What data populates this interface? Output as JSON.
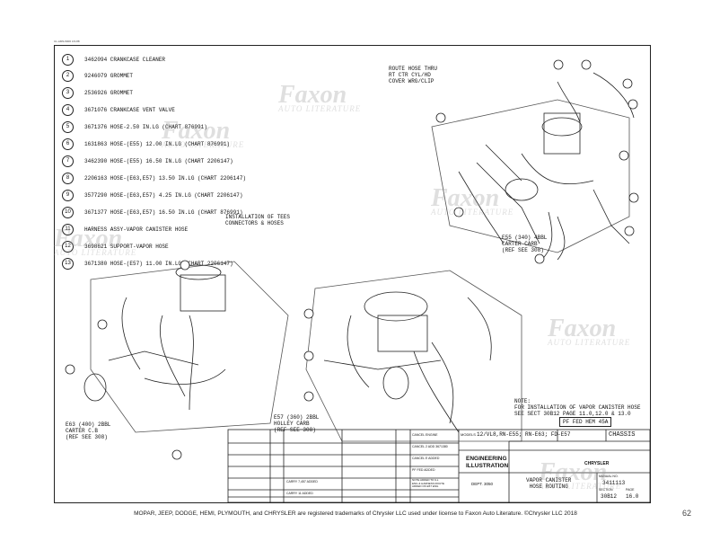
{
  "header_code": "CL-AMS-5006 3-5-88",
  "parts": [
    {
      "num": "1",
      "text": "3462094 CRANKCASE CLEANER"
    },
    {
      "num": "2",
      "text": "9246079 GROMMET"
    },
    {
      "num": "3",
      "text": "2536926 GROMMET"
    },
    {
      "num": "4",
      "text": "3671076 CRANKCASE VENT VALVE"
    },
    {
      "num": "5",
      "text": "3671376 HOSE-2.50 IN.LG (CHART 876991)"
    },
    {
      "num": "6",
      "text": "1631863 HOSE-(E55) 12.00 IN.LG (CHART 876991)"
    },
    {
      "num": "7",
      "text": "3462390 HOSE-(E55) 16.50 IN.LG (CHART 2206147)"
    },
    {
      "num": "8",
      "text": "2206163 HOSE-(E63,E57) 13.50 IN.LG (CHART 2206147)"
    },
    {
      "num": "9",
      "text": "3577290 HOSE-(E63,E57) 4.25 IN.LG (CHART 2206147)"
    },
    {
      "num": "10",
      "text": "3671377 HOSE-(E63,E57) 16.50 IN.LG (CHART 876991)"
    },
    {
      "num": "11",
      "text": "HARNESS ASSY-VAPOR CANISTER HOSE"
    },
    {
      "num": "12",
      "text": "3698621 SUPPORT-VAPOR HOSE"
    },
    {
      "num": "13",
      "text": "3671380 HOSE-(E57) 11.00 IN.LG (CHART 2206147)"
    }
  ],
  "harness_note": "INSTALLATION OF TEES\nCONNECTORS & HOSES",
  "route_note": "ROUTE HOSE THRU\nRT CTR CYL/HD\nCOVER WRG/CLIP",
  "e55_label": "E55 (340) 4BBL\nCARTER CARB\n(REF SEE 308)",
  "e63_label": "E63 (400) 2BBL\nCARTER C.B\n(REF SEE 308)",
  "e57_label": "E57 (360) 2BBL\nHOLLEY CARB\n(REF SEE 308)",
  "note_text": "NOTE:\nFOR INSTALLATION OF VAPOR CANISTER HOSE\nSEE SECT 30B12 PAGE 11.0,12.0 & 13.0",
  "title_block": {
    "models_label": "MODELS",
    "models_value": "12/VL8,RN-E55; RN-E63; FD-E57",
    "fed_box": "PF FED HEM 45A",
    "chassis": "CHASSIS",
    "engineering": "ENGINEERING\nILLUSTRATION",
    "dept": "DEPT. 3050",
    "title": "VAPOR CANISTER\nHOSE ROUTING",
    "manual_no": "3411113",
    "section": "30B12",
    "page": "16.0",
    "section_label": "SECTION",
    "page_label": "PAGE",
    "manual_label": "MANUAL NO.",
    "chrysler": "CHRYSLER",
    "revisions": [
      "CANCEL ENGINE",
      "CANCEL 2 ADD 3671380",
      "CANCEL E ADDED",
      "PF FED ADDED",
      "NOTE ADDED TO ILL\nENG & HARNESS ROUTE\nADDED ON E57 ENG",
      "CARRY 7,457 ADDED",
      "CARRY 11 ADDED"
    ]
  },
  "watermarks": [
    {
      "word": "Faxon",
      "sub": "AUTO LITERATURE"
    },
    {
      "word": "Faxon",
      "sub": "AUTO LITERATURE"
    },
    {
      "word": "Faxon",
      "sub": "AUTO LITERATURE"
    },
    {
      "word": "Faxon",
      "sub": "AUTO LITERATURE"
    },
    {
      "word": "Faxon",
      "sub": "AUTO LITERATURE"
    },
    {
      "word": "Faxon",
      "sub": "AUTO LITERATURE"
    }
  ],
  "footer": "MOPAR, JEEP, DODGE, HEMI, PLYMOUTH, and CHRYSLER are registered trademarks of Chrysler LLC used under license to Faxon Auto Literature. ©Chrysler LLC 2018",
  "page_number": "62"
}
